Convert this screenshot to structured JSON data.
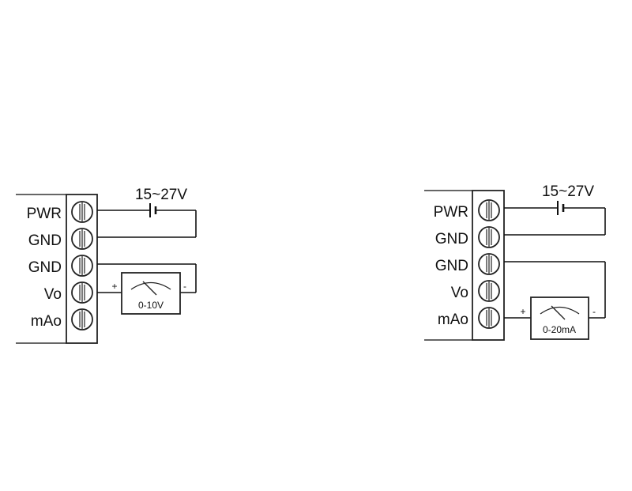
{
  "diagrams": [
    {
      "id": "voltage-output-wiring",
      "terminals": [
        "PWR",
        "GND",
        "GND",
        "Vo",
        "mAo"
      ],
      "supply_label": "15~27V",
      "meter": {
        "label": "0-10V",
        "plus": "+",
        "minus": "-"
      }
    },
    {
      "id": "current-output-wiring",
      "terminals": [
        "PWR",
        "GND",
        "GND",
        "Vo",
        "mAo"
      ],
      "supply_label": "15~27V",
      "meter": {
        "label": "0-20mA",
        "plus": "+",
        "minus": "-"
      }
    }
  ]
}
